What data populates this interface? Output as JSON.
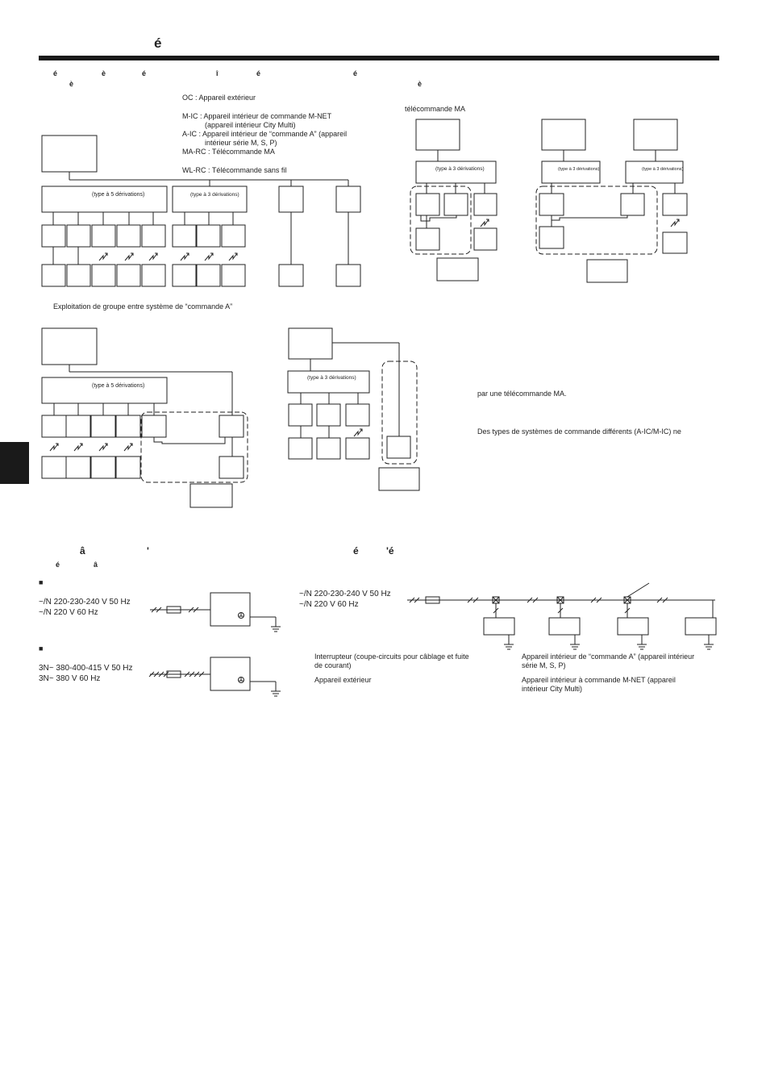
{
  "header": {
    "title_fragment": "é",
    "intro_line1": [
      "é",
      "è",
      "é",
      "î",
      "é",
      "é"
    ],
    "intro_line2": [
      "è"
    ],
    "right_fragment": "è"
  },
  "legend": {
    "oc": "OC : Appareil extérieur",
    "mic_1": "M-IC : Appareil intérieur de commande M-NET",
    "mic_2": "(appareil intérieur City Multi)",
    "aic_1": "A-IC : Appareil intérieur de “commande A” (appareil",
    "aic_2": "intérieur série M, S, P)",
    "marc": "MA-RC : Télécommande MA",
    "wlrc": "WL-RC : Télécommande sans fil"
  },
  "labels": {
    "type5": "(type à 5 dérivations)",
    "type3": "(type à 3 dérivations)",
    "telecommande_ma": "télécommande MA",
    "group_caption": "Exploitation de groupe entre système de “commande A”",
    "note1": "par une télécommande MA.",
    "note2": "Des types de systèmes de commande différents (A-IC/M-IC) ne"
  },
  "section2": {
    "title_fragments": [
      "â",
      "'",
      "é",
      "'é"
    ],
    "sub_fragments": [
      "é",
      "â"
    ],
    "bullet": "■",
    "single_phase_1": "~/N 220-230-240 V 50 Hz",
    "single_phase_2": "~/N 220 V 60 Hz",
    "three_phase_1": "3N~ 380-400-415 V 50 Hz",
    "three_phase_2": "3N~ 380 V 60 Hz",
    "right_phase_1": "~/N 220-230-240 V 50 Hz",
    "right_phase_2": "~/N 220 V 60 Hz",
    "leg_switch_1": "Interrupteur (coupe-circuits pour câblage et fuite",
    "leg_switch_2": "de courant)",
    "leg_oc": "Appareil extérieur",
    "leg_aic_1": "Appareil intérieur de “commande A” (appareil intérieur",
    "leg_aic_2": "série M, S, P)",
    "leg_mic_1": "Appareil intérieur à commande M-NET (appareil",
    "leg_mic_2": "intérieur City Multi)"
  }
}
